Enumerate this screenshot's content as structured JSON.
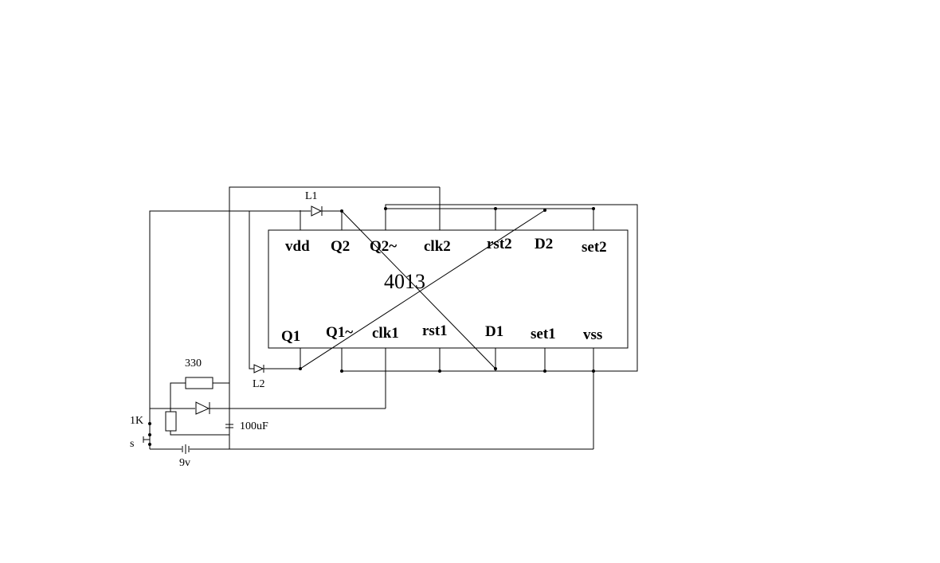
{
  "diagram": {
    "chip": {
      "part_number": "4013",
      "top_pins": [
        "vdd",
        "Q2",
        "Q2~",
        "clk2",
        "rst2",
        "D2",
        "set2"
      ],
      "bottom_pins": [
        "Q1",
        "Q1~",
        "clk1",
        "rst1",
        "D1",
        "set1",
        "vss"
      ]
    },
    "components": {
      "led1": "L1",
      "led2": "L2",
      "resistor_330": "330",
      "resistor_1k": "1K",
      "capacitor": "100uF",
      "switch": "s",
      "battery": "9v"
    }
  }
}
